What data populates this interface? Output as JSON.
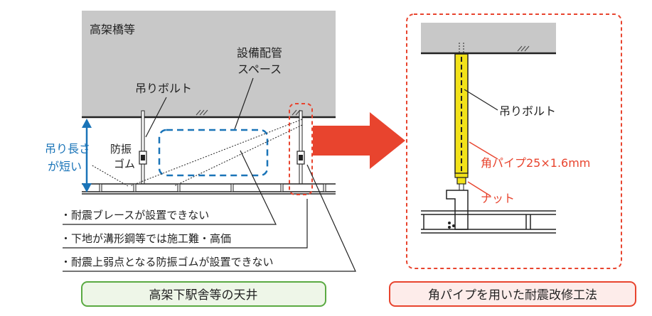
{
  "left_panel": {
    "ceiling_label": "高架橋等",
    "equipment_space_label": [
      "設備配管",
      "スペース"
    ],
    "hanging_bolt_label": "吊りボルト",
    "vibration_rubber_label": [
      "防振",
      "ゴム"
    ],
    "hanging_length_label": [
      "吊り長さ",
      "が短い"
    ],
    "problems": [
      "・耐震ブレースが設置できない",
      "・下地が溝形鋼等では施工難・高価",
      "・耐震上弱点となる防振ゴムが設置できない"
    ],
    "caption": "高架下駅舎等の天井"
  },
  "right_panel": {
    "hanging_bolt_label": "吊りボルト",
    "square_pipe_label": "角パイプ25×1.6mm",
    "nut_label": "ナット",
    "caption": "角パイプを用いた耐震改修工法"
  },
  "colors": {
    "blue_accent": "#1a74b8",
    "red_accent": "#e8442e",
    "caption_green": "#5aaa42",
    "caption_green_fill": "#eef6e8",
    "caption_red_fill": "#fdecea",
    "concrete_gray": "#c8c8c8",
    "pipe_yellow": "#f2e21a"
  }
}
